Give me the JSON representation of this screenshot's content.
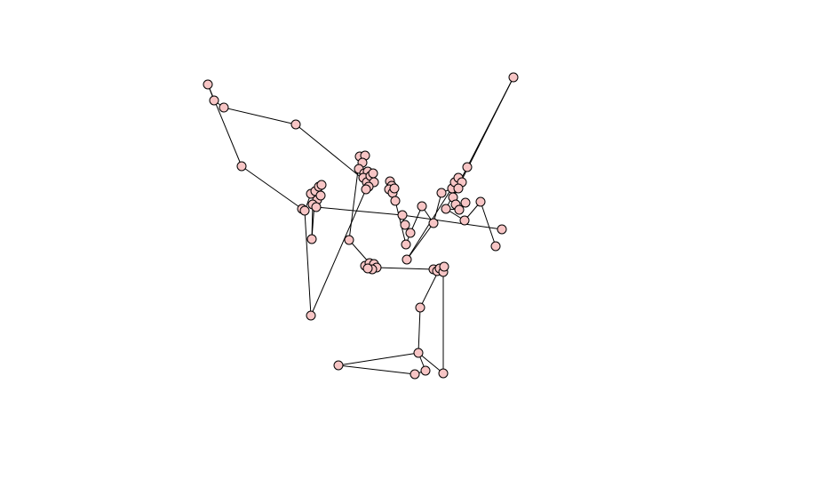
{
  "graph": {
    "type": "node-link",
    "node_fill": "#f7c5c5",
    "node_stroke": "#000000",
    "edge_color": "#000000",
    "node_count": 75,
    "edge_count": 73
  }
}
